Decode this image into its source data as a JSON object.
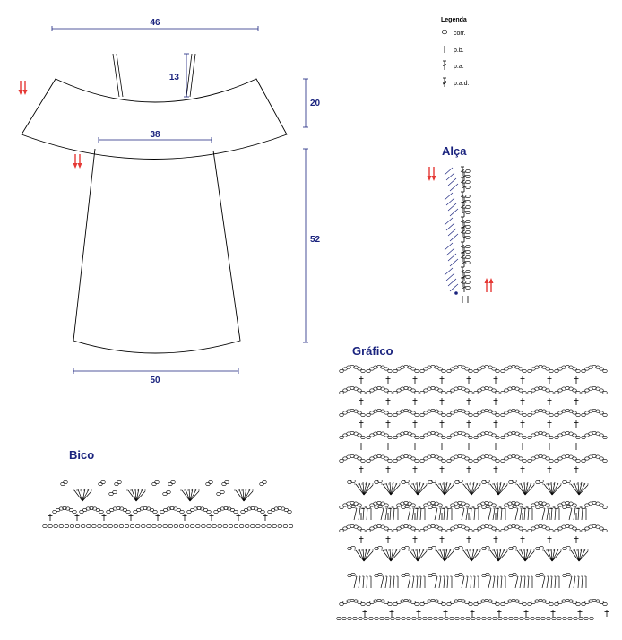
{
  "colors": {
    "outline": "#000000",
    "dimension": "#1a237e",
    "arrow": "#e53935"
  },
  "measurements": {
    "top_width": "46",
    "strap_height": "13",
    "yoke_height": "20",
    "yoke_width": "38",
    "body_height": "52",
    "hem_width": "50"
  },
  "legend": {
    "title": "Legenda",
    "items": [
      {
        "symbol": "chain-stitch-icon",
        "label": "corr."
      },
      {
        "symbol": "single-crochet-icon",
        "label": "p.b."
      },
      {
        "symbol": "double-crochet-icon",
        "label": "p.a."
      },
      {
        "symbol": "treble-crochet-icon",
        "label": "p.a.d."
      }
    ]
  },
  "sections": {
    "strap_title": "Alça",
    "chart_title": "Gráfico",
    "edge_title": "Bico"
  }
}
